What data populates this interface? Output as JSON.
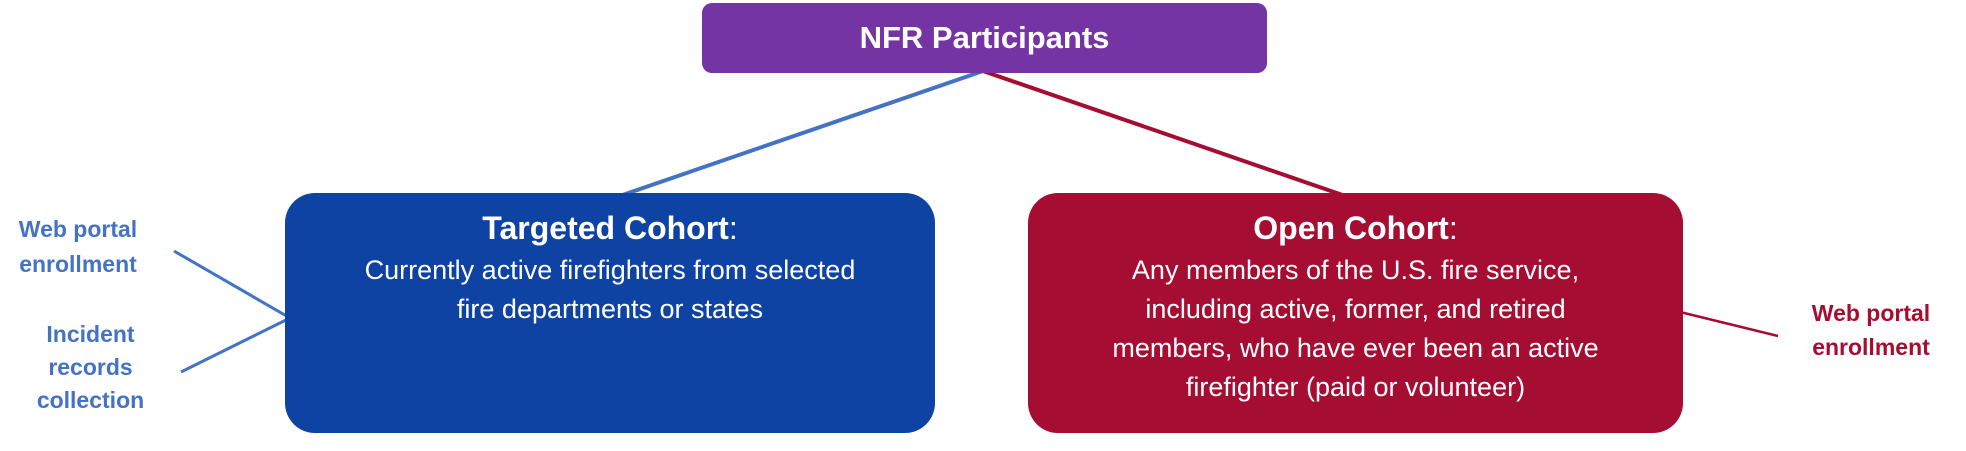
{
  "colors": {
    "canvas-bg": "#ffffff",
    "purple-box": "#7434A4",
    "blue-box": "#0E43A3",
    "red-box": "#A50D32",
    "connector-blue": "#4472C4",
    "connector-red": "#A50D32",
    "label-blue": "#4472C4",
    "label-red": "#A50D32",
    "box-text": "#FFFFFF"
  },
  "root_node": {
    "label": "NFR Participants"
  },
  "targeted_cohort": {
    "title": "Targeted Cohort",
    "colon": ":",
    "description": "Currently active firefighters from selected\nfire departments or states"
  },
  "open_cohort": {
    "title": "Open Cohort",
    "colon": ":",
    "description": "Any members of the U.S. fire service,\nincluding active, former, and retired\nmembers, who have ever been an active\nfirefighter (paid or volunteer)"
  },
  "left_labels": {
    "web_portal": "Web portal\nenrollment",
    "incident_records": "Incident\nrecords\ncollection"
  },
  "right_labels": {
    "web_portal": "Web portal\nenrollment"
  }
}
